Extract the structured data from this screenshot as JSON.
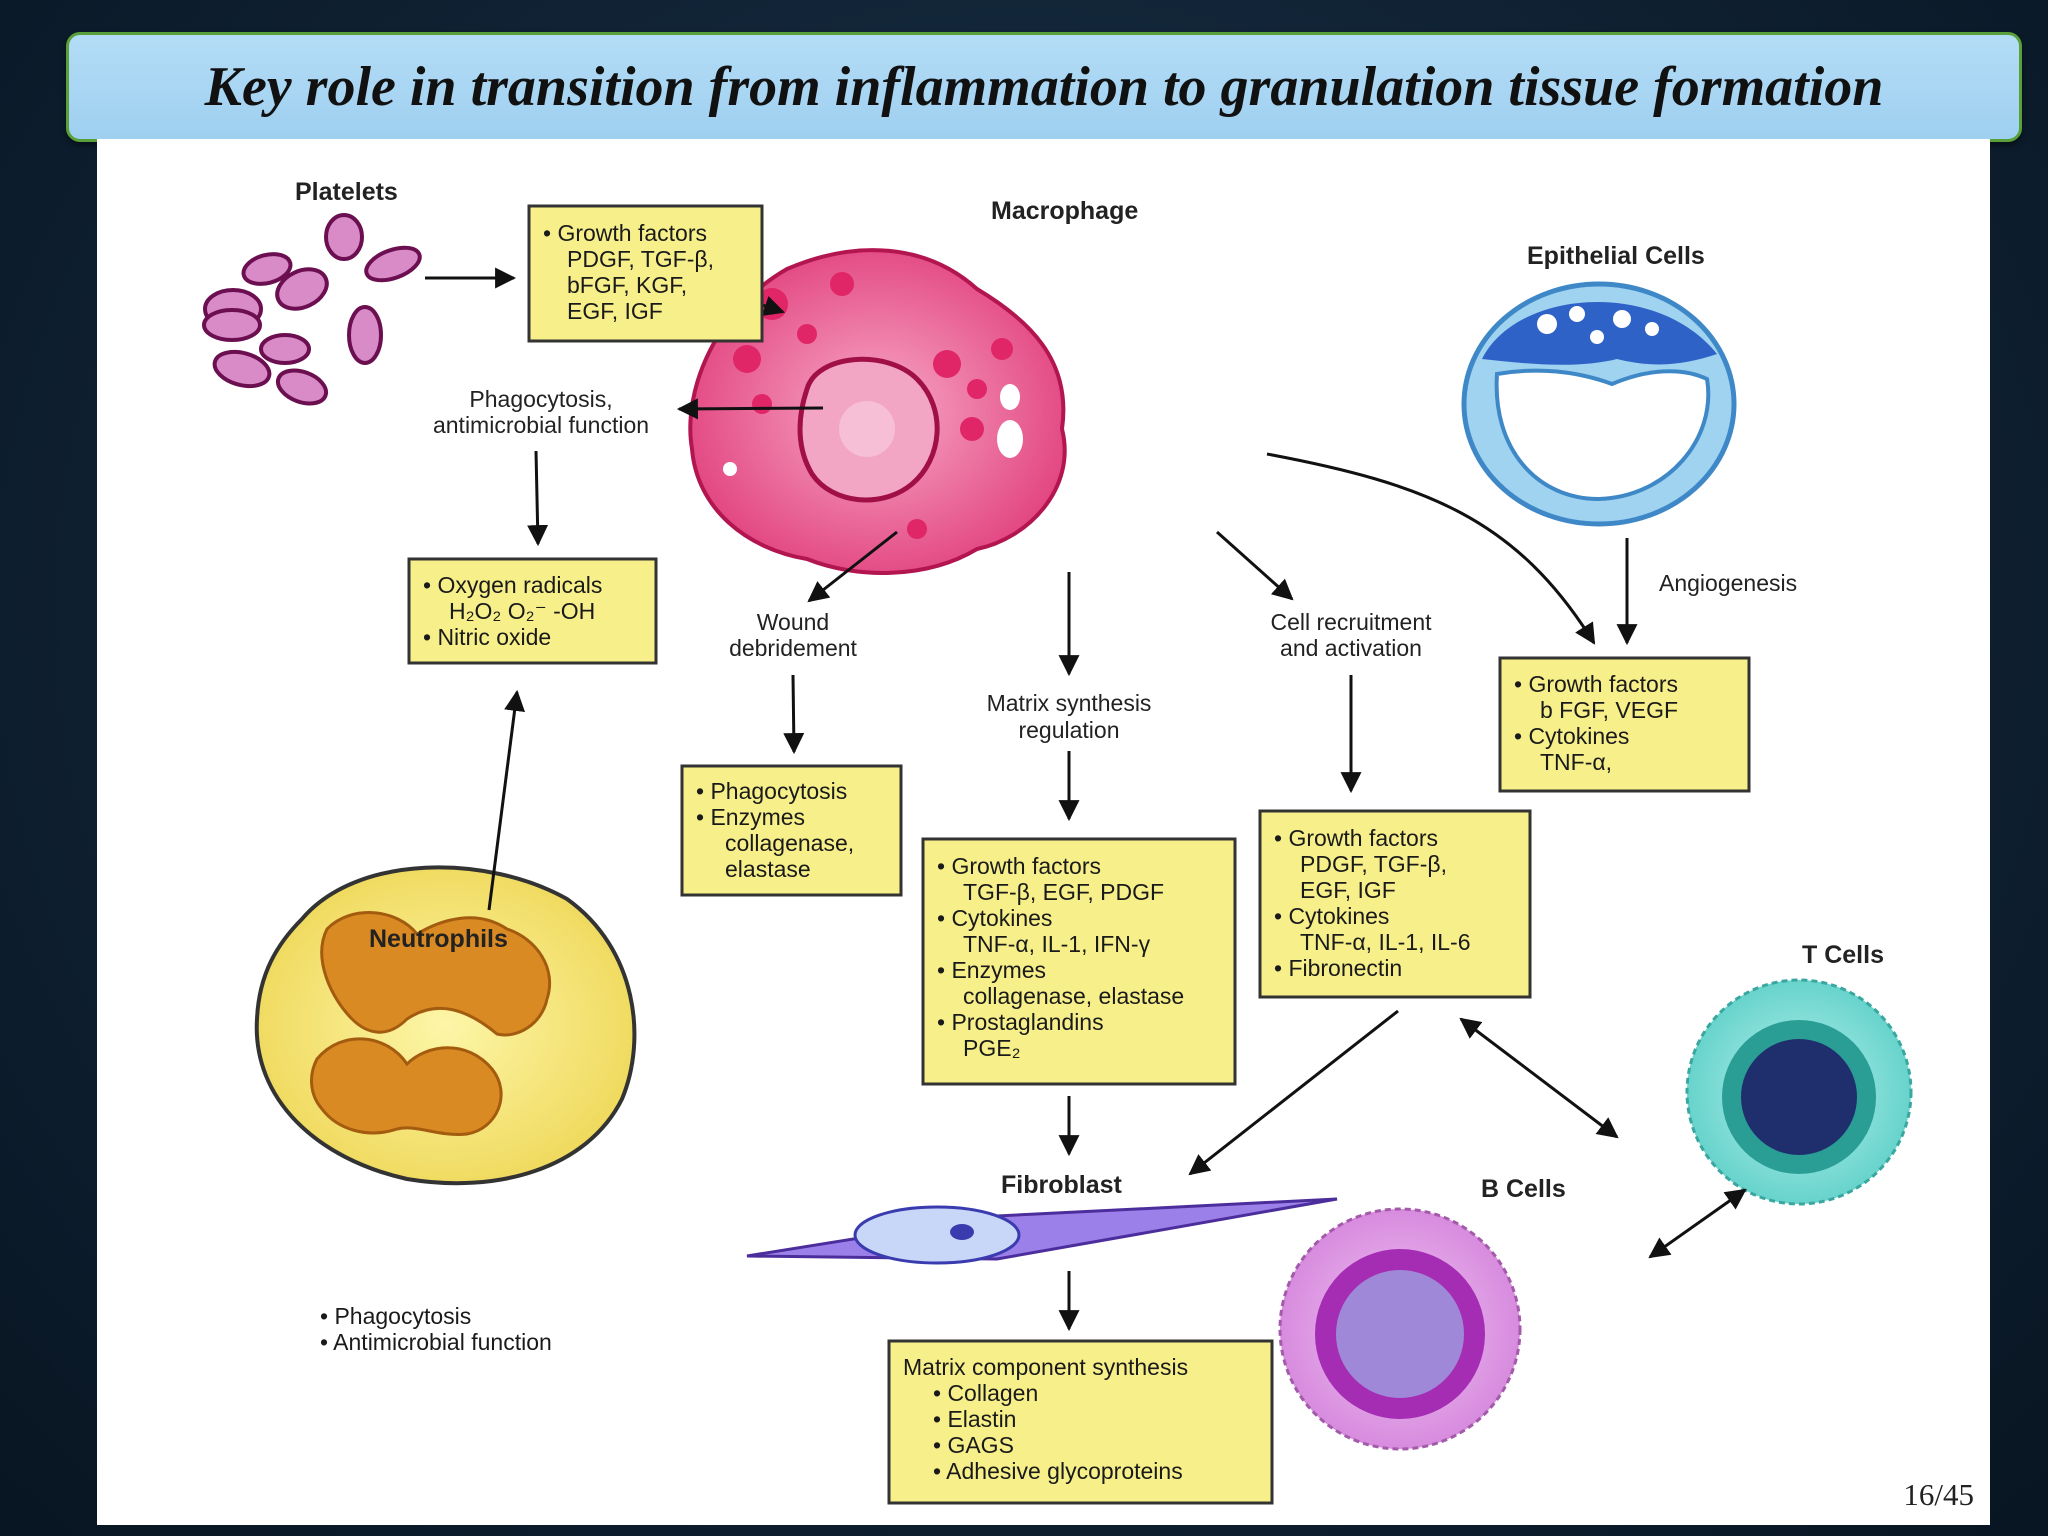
{
  "slide": {
    "title": "Key role in transition from inflammation to granulation tissue formation",
    "page": "16/45"
  },
  "colors": {
    "title_bg": "#a9d6f3",
    "title_border": "#5aa03a",
    "box_fill": "#f7f08a"
  },
  "diagram": {
    "cells": {
      "platelets": "Platelets",
      "macrophage": "Macrophage",
      "epithelial": "Epithelial Cells",
      "neutrophils": "Neutrophils",
      "fibroblast": "Fibroblast",
      "b_cells": "B Cells",
      "t_cells": "T Cells"
    },
    "labels": {
      "phagocytosis_1": "Phagocytosis,",
      "phagocytosis_2": "antimicrobial function",
      "angiogenesis": "Angiogenesis",
      "wound_1": "Wound",
      "wound_2": "debridement",
      "matrix_1": "Matrix synthesis",
      "matrix_2": "regulation",
      "recruit_1": "Cell recruitment",
      "recruit_2": "and activation"
    },
    "boxes": {
      "platelet_factors": [
        "• Growth factors",
        "PDGF, TGF-β,",
        "bFGF, KGF,",
        "EGF, IGF"
      ],
      "oxygen": [
        "• Oxygen radicals",
        "H₂O₂  O₂⁻  -OH",
        "• Nitric oxide"
      ],
      "debridement": [
        "• Phagocytosis",
        "• Enzymes",
        "collagenase,",
        "elastase"
      ],
      "matrix_reg": [
        "• Growth factors",
        "TGF-β, EGF, PDGF",
        "• Cytokines",
        "TNF-α, IL-1, IFN-γ",
        "• Enzymes",
        "collagenase, elastase",
        "• Prostaglandins",
        "PGE₂"
      ],
      "recruitment": [
        "• Growth factors",
        "PDGF, TGF-β,",
        "EGF, IGF",
        "• Cytokines",
        "TNF-α, IL-1, IL-6",
        "• Fibronectin"
      ],
      "angio": [
        "• Growth factors",
        "b FGF, VEGF",
        "• Cytokines",
        "TNF-α,"
      ],
      "matrix_comp": [
        "Matrix component synthesis",
        "• Collagen",
        "• Elastin",
        "• GAGS",
        "• Adhesive glycoproteins"
      ]
    },
    "neutrophil_functions": [
      "• Phagocytosis",
      "• Antimicrobial function"
    ]
  }
}
